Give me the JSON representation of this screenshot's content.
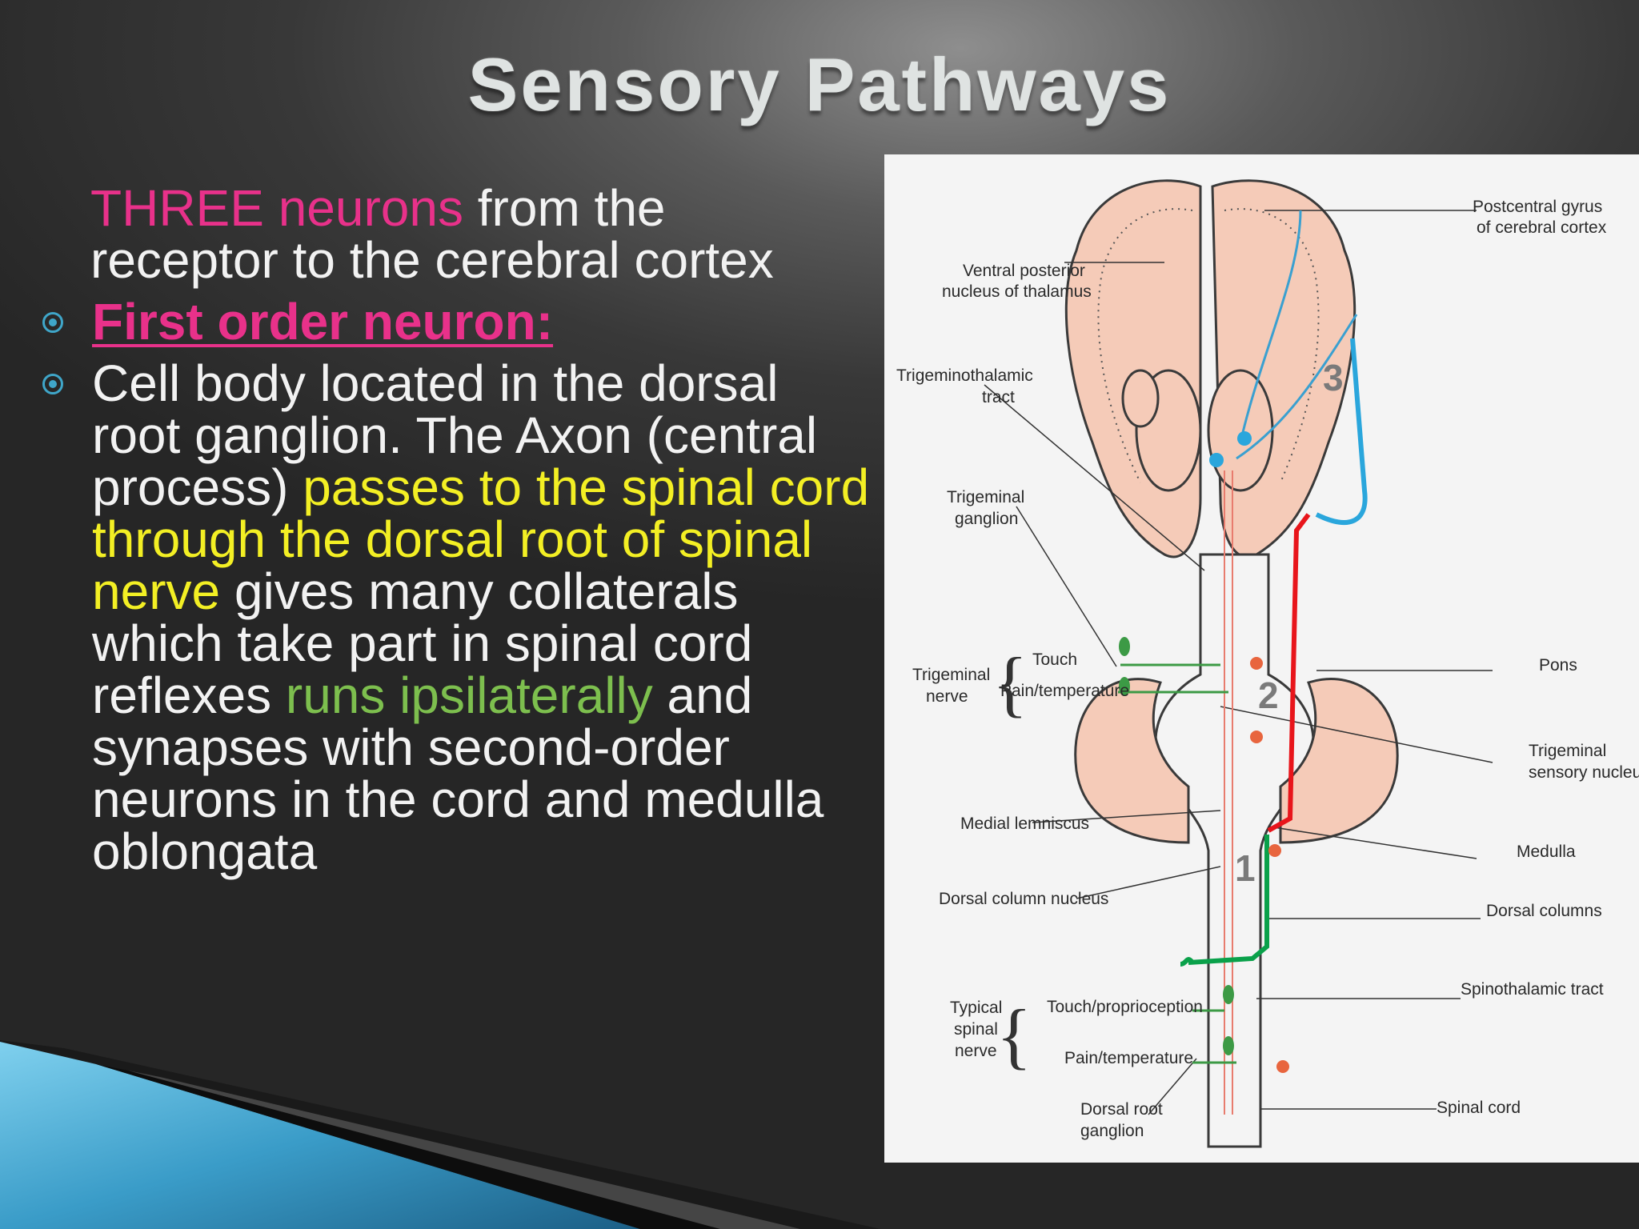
{
  "slide": {
    "title": "Sensory Pathways",
    "intro": {
      "pink": "THREE neurons",
      "white1": " from the",
      "white2": "receptor to the cerebral cortex"
    },
    "bullet1": "First order neuron:",
    "bullet2": {
      "w1": "Cell body located in the dorsal root ganglion. The Axon (central process) ",
      "y1": "passes to the spinal cord through the dorsal root of spinal nerve",
      "w2": " gives many collaterals which take part in spinal cord reflexes ",
      "g1": "runs ipsilaterally",
      "w3": " and synapses with second-order neurons in the cord and medulla oblongata"
    }
  },
  "figure": {
    "labels": {
      "postcentral1": "Postcentral gyrus",
      "postcentral2": "of cerebral cortex",
      "vpn1": "Ventral posterior",
      "vpn2": "nucleus of thalamus",
      "trigthal1": "Trigeminothalamic",
      "trigthal2": "tract",
      "trigganglion1": "Trigeminal",
      "trigganglion2": "ganglion",
      "trignerve1": "Trigeminal",
      "trignerve2": "nerve",
      "touch": "Touch",
      "paintemp": "Pain/temperature",
      "pons": "Pons",
      "trigsens1": "Trigeminal",
      "trigsens2": "sensory nucleus",
      "mediallem": "Medial lemniscus",
      "medulla": "Medulla",
      "dcn": "Dorsal column nucleus",
      "dorsalcols": "Dorsal columns",
      "spinothal": "Spinothalamic tract",
      "typical1": "Typical",
      "typical2": "spinal",
      "typical3": "nerve",
      "touchprop": "Touch/proprioception",
      "paintemp2": "Pain/temperature",
      "drg1": "Dorsal root",
      "drg2": "ganglion",
      "spinalcord": "Spinal cord"
    },
    "numbers": {
      "n1": "1",
      "n2": "2",
      "n3": "3"
    },
    "colors": {
      "first_order": "#0aa14a",
      "second_order": "#e8151b",
      "third_order": "#2aa6dc",
      "tissue": "#f5cbb8"
    }
  }
}
